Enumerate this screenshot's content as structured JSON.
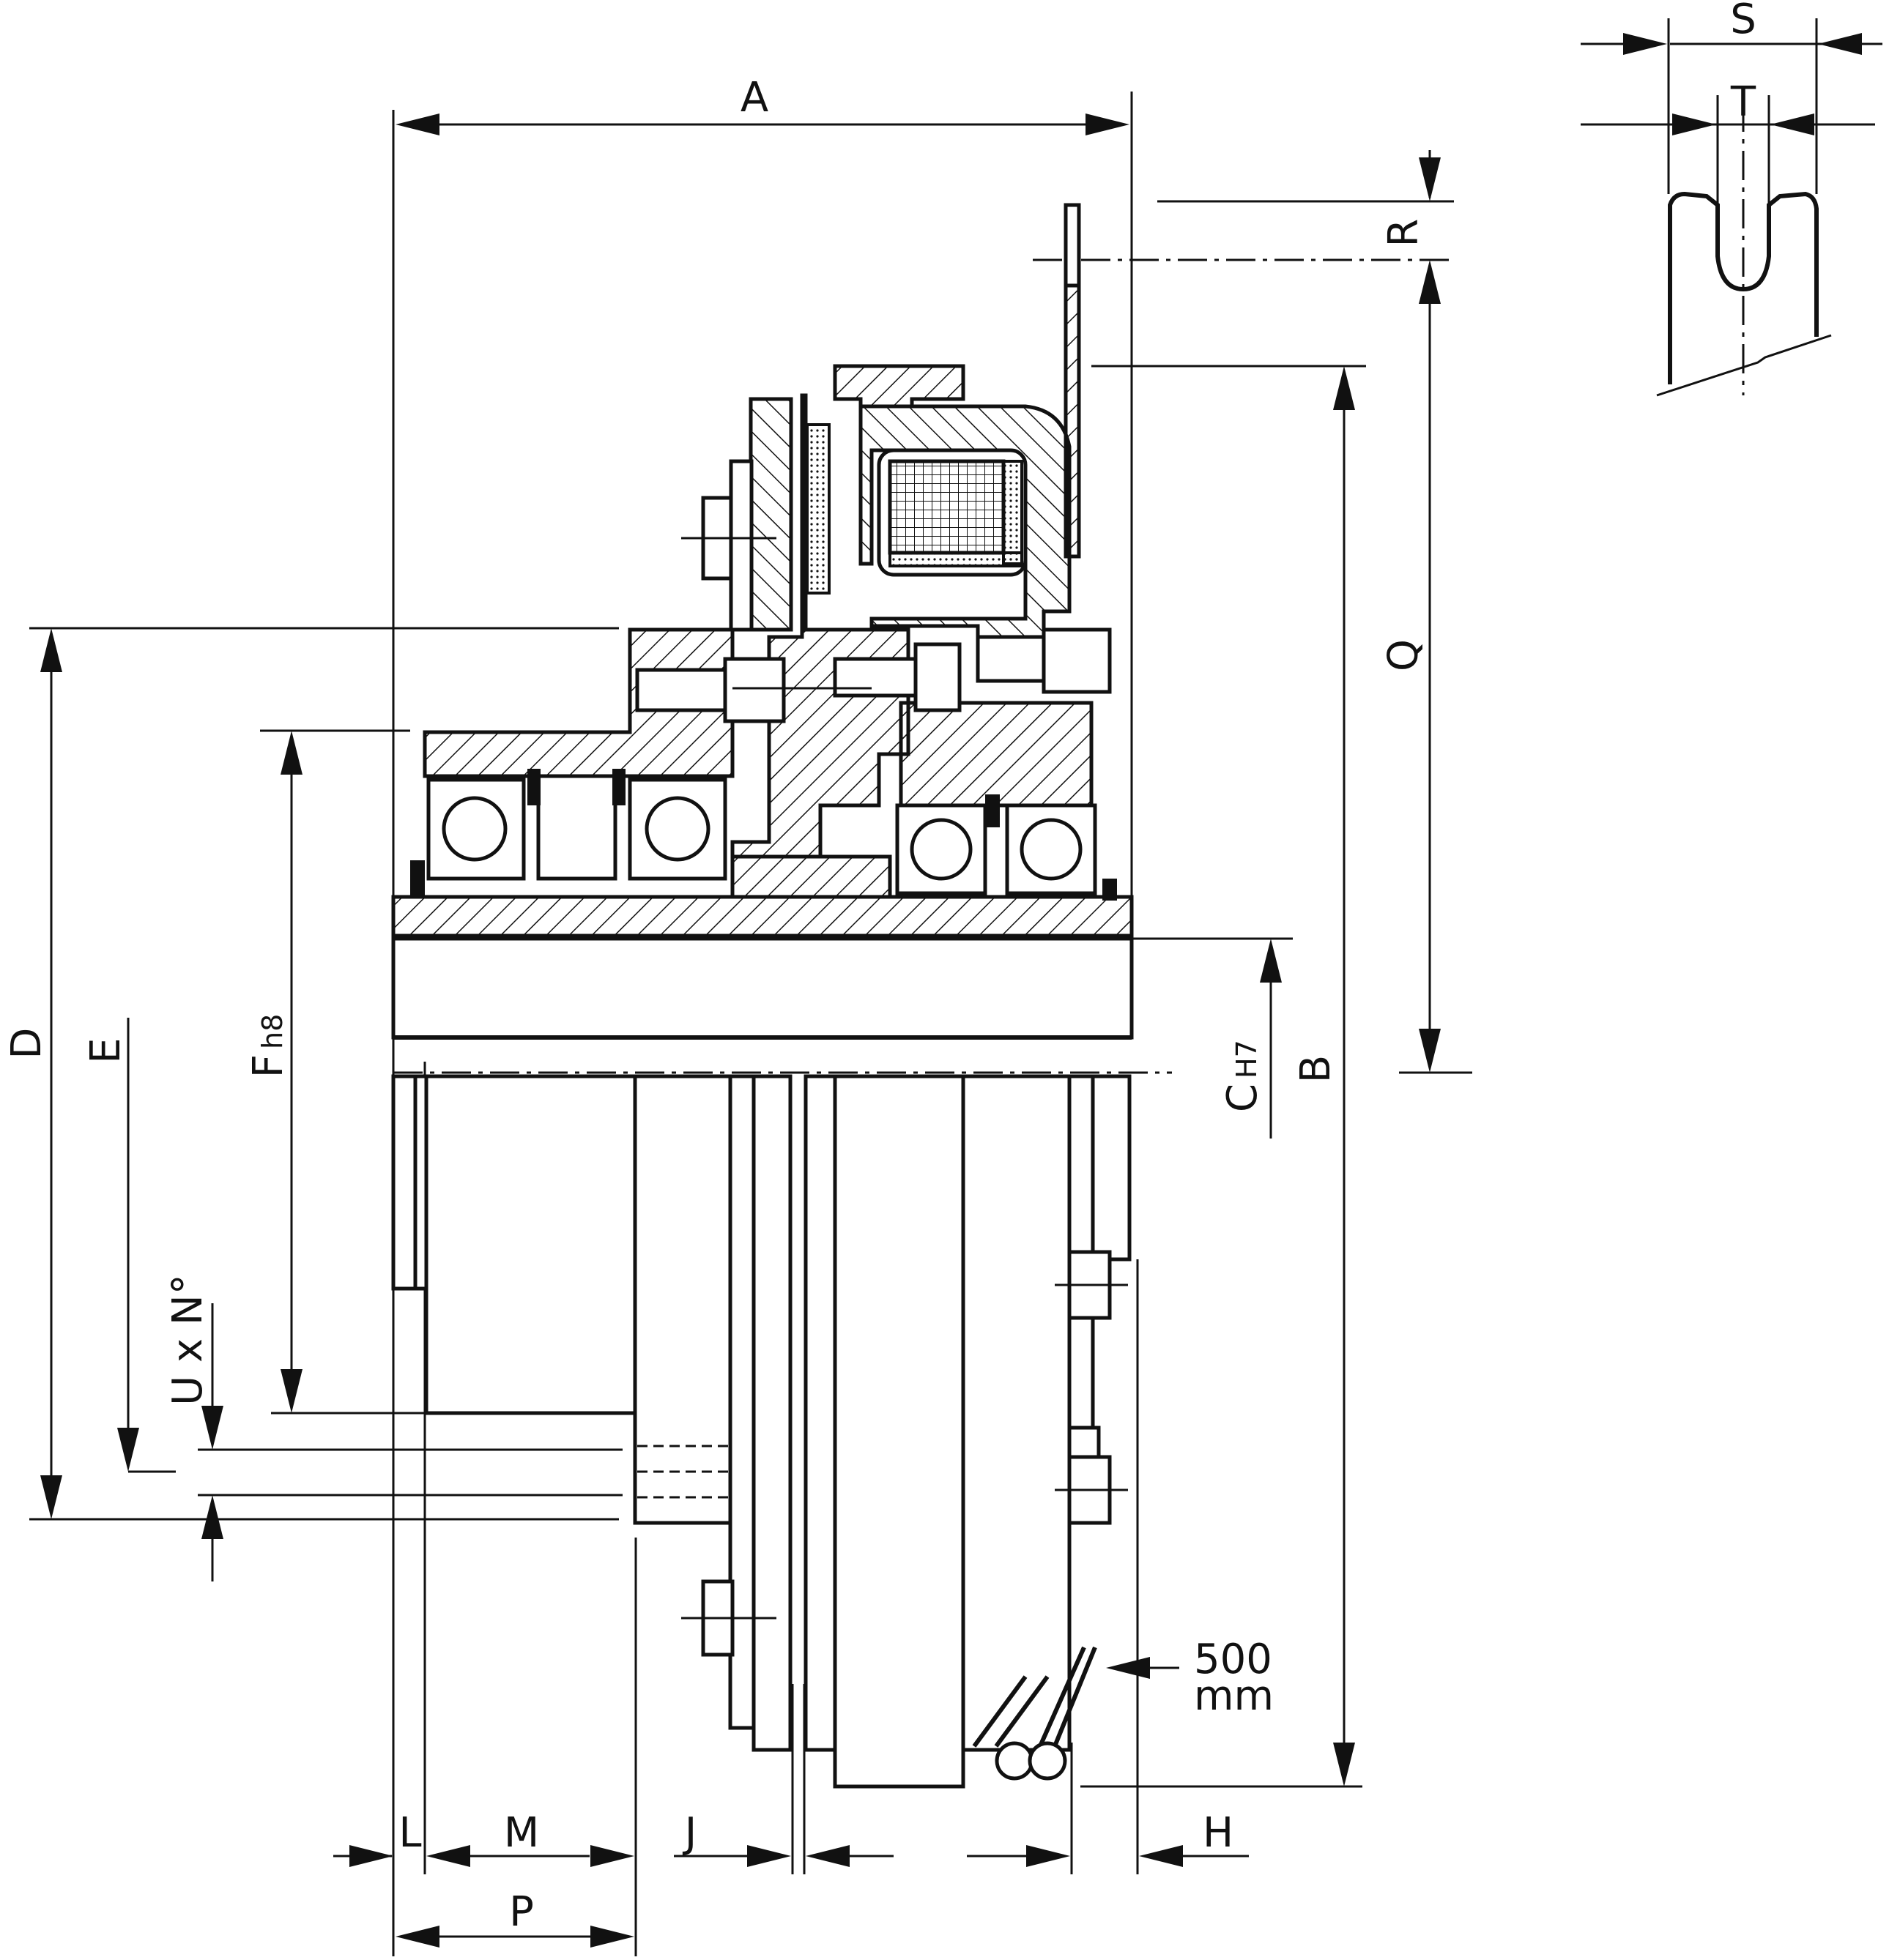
{
  "labels": {
    "A": "A",
    "B": "B",
    "C": "C",
    "C_sub": "H7",
    "D": "D",
    "E": "E",
    "F": "F",
    "F_sub": "h8",
    "H": "H",
    "J": "J",
    "L": "L",
    "M": "M",
    "P": "P",
    "Q": "Q",
    "R": "R",
    "S": "S",
    "T": "T",
    "UxNo": "U x N°"
  },
  "lead_note": {
    "value": "500",
    "unit": "mm"
  }
}
